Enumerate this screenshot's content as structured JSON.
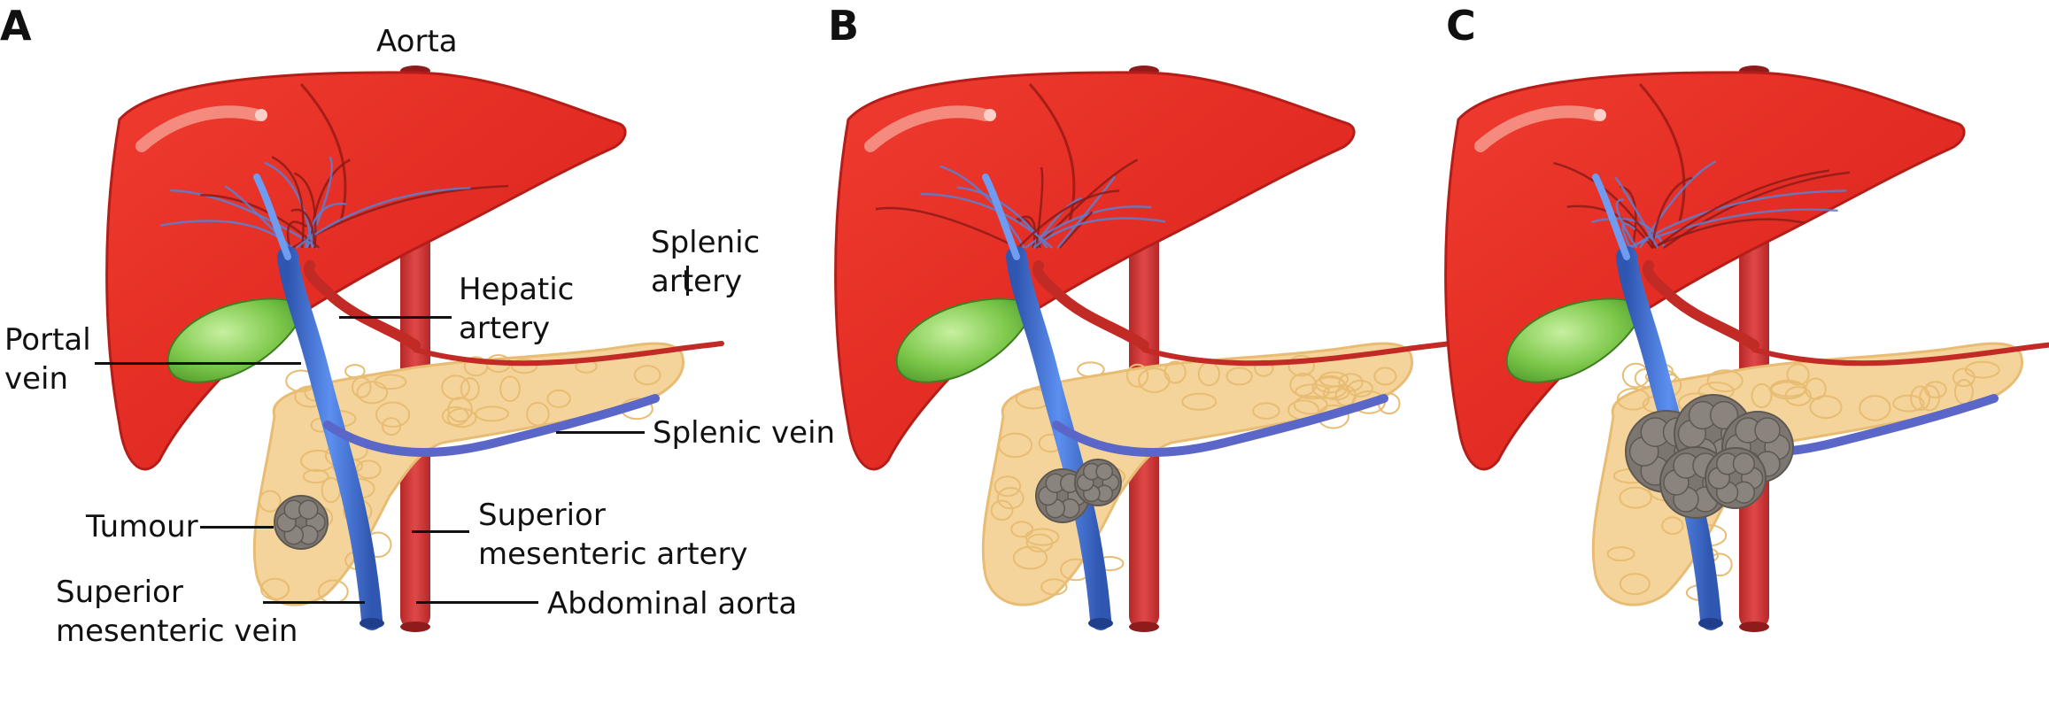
{
  "panels": [
    {
      "letter": "A",
      "tumour": "small"
    },
    {
      "letter": "B",
      "tumour": "medium"
    },
    {
      "letter": "C",
      "tumour": "large"
    }
  ],
  "labels": {
    "aorta": "Aorta",
    "splenic_artery": "Splenic\nartery",
    "hepatic_artery": "Hepatic\nartery",
    "portal_vein": "Portal\nvein",
    "splenic_vein": "Splenic vein",
    "superior_mesenteric_artery": "Superior\nmesenteric artery",
    "tumour": "Tumour",
    "superior_mesenteric_vein": "Superior\nmesenteric vein",
    "abdominal_aorta": "Abdominal aorta"
  },
  "colors": {
    "liver": "#e52a23",
    "liver_dark": "#b51e18",
    "liver_highlight": "#f06a5c",
    "gallbladder": "#7cc74a",
    "pancreas": "#f4d49a",
    "pancreas_lobule": "#e8bd73",
    "aorta": "#d93a3a",
    "portal_vein": "#3f6fd1",
    "splenic_vein": "#5a67c8",
    "tumour": "#7d7670"
  }
}
